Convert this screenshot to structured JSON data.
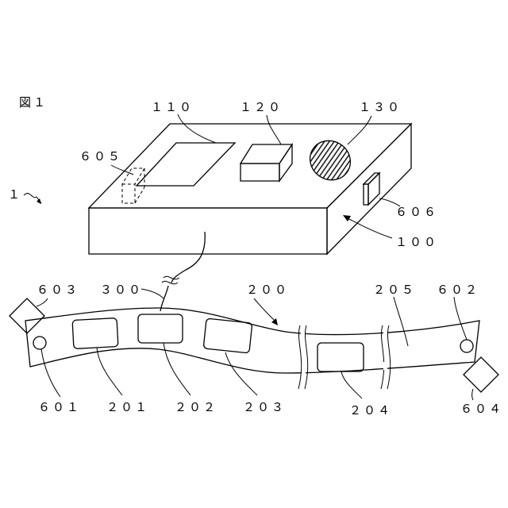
{
  "figure_title": "図１",
  "labels": {
    "system": "１",
    "device": "１００",
    "display": "１１０",
    "block": "１２０",
    "speaker": "１３０",
    "sensor_band": "２００",
    "sensor_1": "２０１",
    "sensor_2": "２０２",
    "sensor_3": "２０３",
    "sensor_4": "２０４",
    "band_body": "２０５",
    "cable": "３００",
    "end_left": "６０１",
    "end_right": "６０２",
    "connector_left": "６０３",
    "connector_right": "６０４",
    "port_hidden": "６０５",
    "port_side": "６０６"
  }
}
